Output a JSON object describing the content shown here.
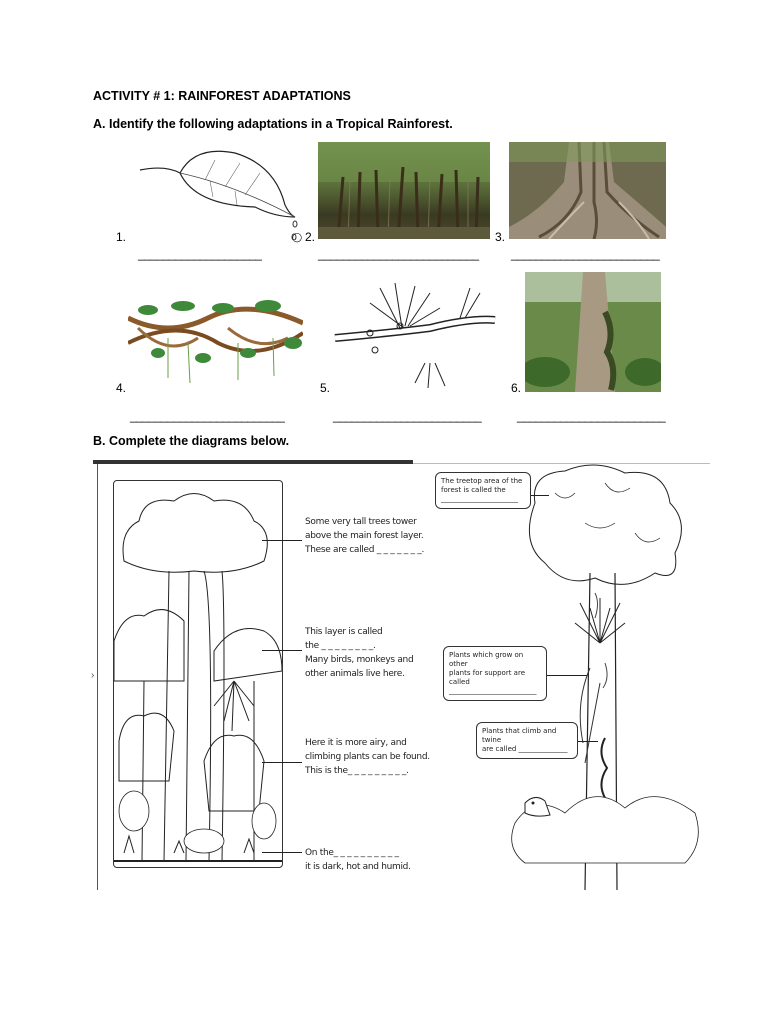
{
  "activity_title": "ACTIVITY # 1: RAINFOREST ADAPTATIONS",
  "section_a": {
    "heading": "A. Identify the following adaptations in a Tropical Rainforest.",
    "items": [
      {
        "number": "1.",
        "blank": "____________________"
      },
      {
        "number": "2.",
        "blank": "__________________________"
      },
      {
        "number": "3.",
        "blank": "________________________"
      },
      {
        "number": "4.",
        "blank": "_________________________"
      },
      {
        "number": "5.",
        "blank": "________________________"
      },
      {
        "number": "6.",
        "blank": "________________________"
      }
    ]
  },
  "section_b": {
    "heading": "B. Complete the diagrams below.",
    "layers": [
      {
        "lines": [
          "Some very tall trees tower",
          "above the main forest layer.",
          "These are called _ _ _ _ _ _ _."
        ]
      },
      {
        "lines": [
          "This layer is called",
          "the _ _ _ _ _ _ _ _.",
          "Many birds, monkeys and",
          "other animals live here."
        ]
      },
      {
        "lines": [
          "Here it is more airy, and",
          "climbing plants can be found.",
          "This is the_ _ _ _ _ _ _ _ _."
        ]
      },
      {
        "lines": [
          "On the_ _ _ _ _ _ _  _ _ _",
          "it is dark, hot and humid."
        ]
      }
    ],
    "bubbles": [
      {
        "lines": [
          "The treetop area of the",
          "forest is called the",
          "______________________"
        ]
      },
      {
        "lines": [
          "Plants which grow on other",
          "plants for support are called",
          "_________________________"
        ]
      },
      {
        "lines": [
          "Plants that climb and twine",
          "are called ______________"
        ]
      }
    ]
  }
}
